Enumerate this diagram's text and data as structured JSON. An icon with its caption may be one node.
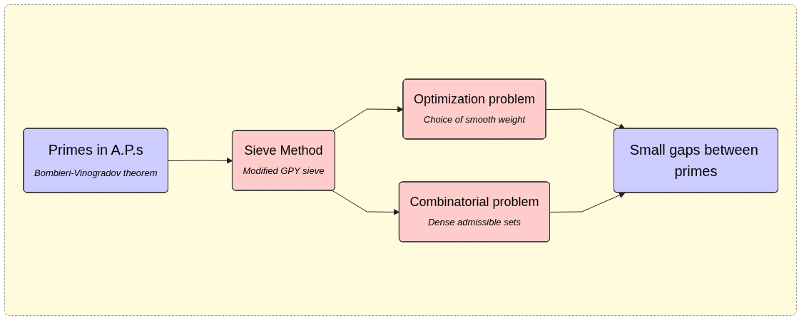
{
  "diagram": {
    "nodes": [
      {
        "text": [
          "Primes in A.P.s",
          "Bombieri-Vinogradov theorem"
        ]
      },
      {
        "text": [
          "Sieve Method",
          "Modified GPY sieve"
        ]
      },
      {
        "text": [
          "Optimization problem",
          "Choice of smooth weight"
        ]
      },
      {
        "text": [
          "Combinatorial problem",
          "Dense admissible sets"
        ]
      },
      {
        "text": [
          "Small gaps between primes"
        ]
      }
    ],
    "edges": [
      {
        "from": 0,
        "to": 1,
        "arrow": "to"
      },
      {
        "from": 1,
        "to": 2,
        "arrow": "to"
      },
      {
        "from": 1,
        "to": 3,
        "arrow": "to"
      },
      {
        "from": 2,
        "to": 4,
        "arrow": "to"
      },
      {
        "from": 3,
        "to": 4,
        "arrow": "to"
      }
    ]
  }
}
